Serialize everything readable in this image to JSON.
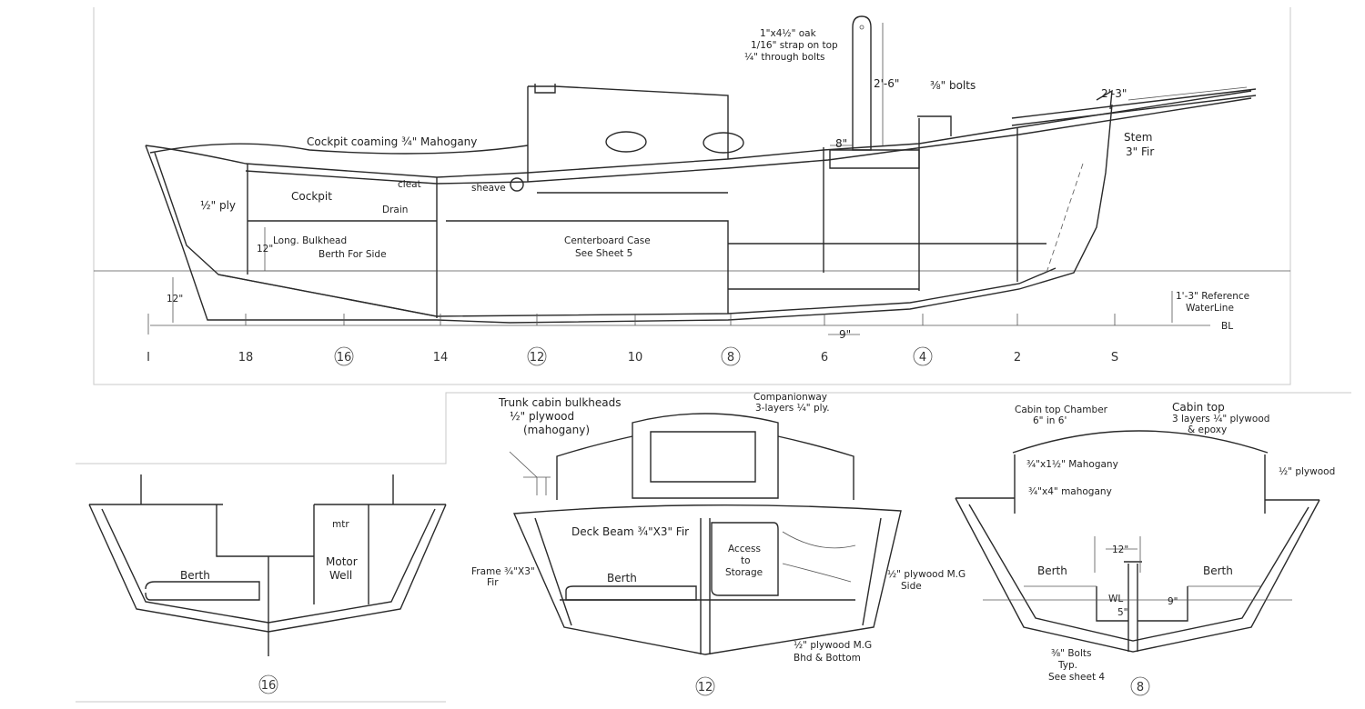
{
  "profile": {
    "notes": {
      "tiller": [
        "1\"x4½\" oak",
        "1/16\" strap on top",
        "¼\" through bolts"
      ],
      "tiller_dim": "2'-6\"",
      "bolts": "⅜\" bolts",
      "bowsprit_dim": "2'-3\"",
      "stem": [
        "Stem",
        "3\" Fir"
      ],
      "coaming": "Cockpit coaming ¾\" Mahogany",
      "ply": "½\" ply",
      "cockpit": "Cockpit",
      "cleat": "cleat",
      "sheave": "sheave",
      "drain": "Drain",
      "bulkhead": [
        "Long. Bulkhead",
        "Berth For Side"
      ],
      "dim_12a": "12\"",
      "dim_12b": "12\"",
      "centerboard": [
        "Centerboard Case",
        "See Sheet 5"
      ],
      "dim_8": "8\"",
      "dim_9": "9\"",
      "waterline": [
        "1'-3\" Reference",
        "WaterLine"
      ],
      "bl": "BL"
    },
    "stations": [
      "I",
      "18",
      "16",
      "14",
      "12",
      "10",
      "8",
      "6",
      "4",
      "2",
      "S"
    ]
  },
  "section16": {
    "berth": "Berth",
    "motor_well": [
      "Motor",
      "Well"
    ],
    "mtr": "mtr",
    "label": "16"
  },
  "section12": {
    "trunk": [
      "Trunk cabin bulkheads",
      "½\" plywood",
      "(mahogany)"
    ],
    "companionway": [
      "Companionway",
      "3-layers ¼\" ply."
    ],
    "deck_beam": "Deck Beam ¾\"X3\" Fir",
    "access": [
      "Access",
      "to",
      "Storage"
    ],
    "frame": [
      "Frame ¾\"X3\"",
      "Fir"
    ],
    "berth": "Berth",
    "side": [
      "½\" plywood M.G",
      "Side"
    ],
    "bottom": [
      "½\" plywood M.G",
      "Bhd & Bottom"
    ],
    "label": "12"
  },
  "section8": {
    "chamber": [
      "Cabin top Chamber",
      "6\" in 6'"
    ],
    "cabin_top": [
      "Cabin top",
      "3 layers ¼\" plywood",
      "& epoxy"
    ],
    "mahog1": "¾\"x1½\" Mahogany",
    "mahog2": "¾\"x4\" mahogany",
    "ply": "½\" plywood",
    "dim_12": "12\"",
    "berth_l": "Berth",
    "berth_r": "Berth",
    "wl": "WL",
    "dim_5": "5\"",
    "dim_9": "9\"",
    "bolts": [
      "⅜\" Bolts",
      "Typ.",
      "See sheet 4"
    ],
    "label": "8"
  }
}
